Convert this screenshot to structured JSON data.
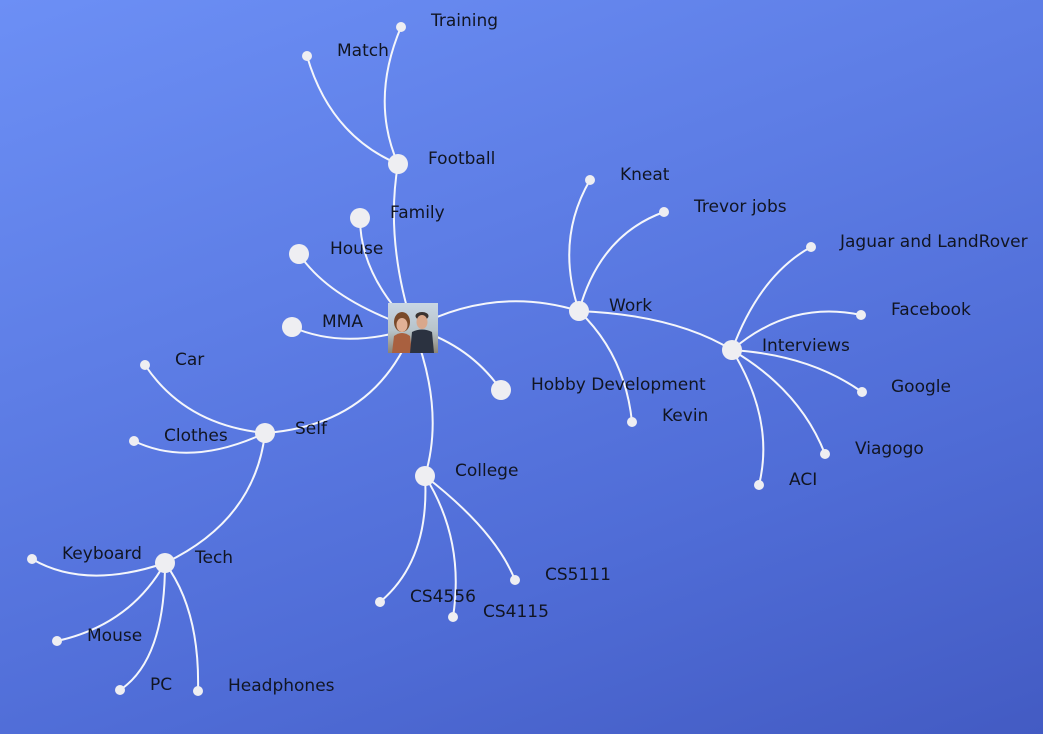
{
  "mindmap": {
    "colors": {
      "background_start": "#6c8ff5",
      "background_end": "#435bc3",
      "edge": "#f4f6fb",
      "node": "#eeeef2",
      "label": "#111522"
    },
    "root": {
      "id": "center",
      "image": "profile-photo-two-people"
    },
    "nodes": [
      {
        "id": "football",
        "label": "Football",
        "parent": "center"
      },
      {
        "id": "training",
        "label": "Training",
        "parent": "football"
      },
      {
        "id": "match",
        "label": "Match",
        "parent": "football"
      },
      {
        "id": "family",
        "label": "Family",
        "parent": "center"
      },
      {
        "id": "house",
        "label": "House",
        "parent": "center"
      },
      {
        "id": "mma",
        "label": "MMA",
        "parent": "center"
      },
      {
        "id": "hobby",
        "label": "Hobby Development",
        "parent": "center"
      },
      {
        "id": "work",
        "label": "Work",
        "parent": "center"
      },
      {
        "id": "kneat",
        "label": "Kneat",
        "parent": "work"
      },
      {
        "id": "trevor",
        "label": "Trevor jobs",
        "parent": "work"
      },
      {
        "id": "kevin",
        "label": "Kevin",
        "parent": "work"
      },
      {
        "id": "interviews",
        "label": "Interviews",
        "parent": "work"
      },
      {
        "id": "jaguar",
        "label": "Jaguar and LandRover",
        "parent": "interviews"
      },
      {
        "id": "facebook",
        "label": "Facebook",
        "parent": "interviews"
      },
      {
        "id": "google",
        "label": "Google",
        "parent": "interviews"
      },
      {
        "id": "viagogo",
        "label": "Viagogo",
        "parent": "interviews"
      },
      {
        "id": "aci",
        "label": "ACI",
        "parent": "interviews"
      },
      {
        "id": "self",
        "label": "Self",
        "parent": "center"
      },
      {
        "id": "car",
        "label": "Car",
        "parent": "self"
      },
      {
        "id": "clothes",
        "label": "Clothes",
        "parent": "self"
      },
      {
        "id": "tech",
        "label": "Tech",
        "parent": "self"
      },
      {
        "id": "keyboard",
        "label": "Keyboard",
        "parent": "tech"
      },
      {
        "id": "mouse",
        "label": "Mouse",
        "parent": "tech"
      },
      {
        "id": "pc",
        "label": "PC",
        "parent": "tech"
      },
      {
        "id": "headphones",
        "label": "Headphones",
        "parent": "tech"
      },
      {
        "id": "college",
        "label": "College",
        "parent": "center"
      },
      {
        "id": "cs4556",
        "label": "CS4556",
        "parent": "college"
      },
      {
        "id": "cs4115",
        "label": "CS4115",
        "parent": "college"
      },
      {
        "id": "cs5111",
        "label": "CS5111",
        "parent": "college"
      }
    ]
  }
}
